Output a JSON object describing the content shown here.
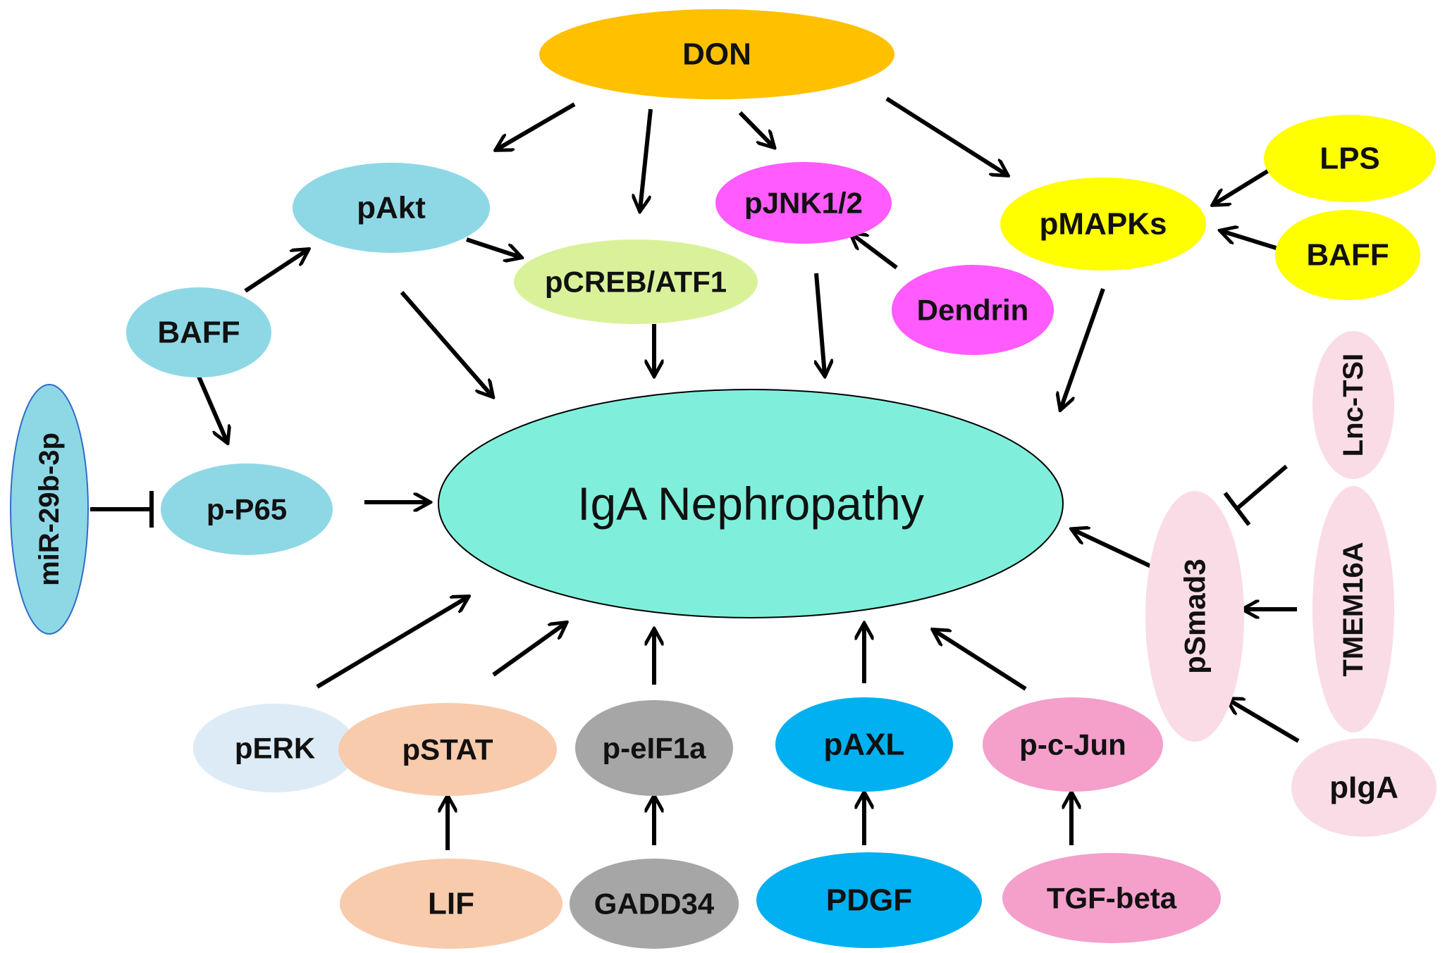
{
  "diagram": {
    "nodes": {
      "don": {
        "label": "DON",
        "color": "#FFC000"
      },
      "pakt": {
        "label": "pAkt",
        "color": "#8ED8E6"
      },
      "pcreb": {
        "label": "pCREB/ATF1",
        "color": "#D9F29A"
      },
      "pjnk": {
        "label": "pJNK1/2",
        "color": "#FF5BFF"
      },
      "pmapks": {
        "label": "pMAPKs",
        "color": "#FFFF00"
      },
      "lps": {
        "label": "LPS",
        "color": "#FFFF00"
      },
      "baff_r": {
        "label": "BAFF",
        "color": "#FFFF00"
      },
      "dendrin": {
        "label": "Dendrin",
        "color": "#FF5BFF"
      },
      "baff_l": {
        "label": "BAFF",
        "color": "#8ED8E6"
      },
      "mir": {
        "label": "miR-29b-3p",
        "color": "#8ED8E6"
      },
      "pp65": {
        "label": "p-P65",
        "color": "#8ED8E6"
      },
      "iga": {
        "label": "IgA Nephropathy",
        "color": "#7FEFDB"
      },
      "lnc": {
        "label": "Lnc-TSI",
        "color": "#FADCE6"
      },
      "psmad3": {
        "label": "pSmad3",
        "color": "#FADCE6"
      },
      "tmem": {
        "label": "TMEM16A",
        "color": "#FADCE6"
      },
      "piga": {
        "label": "pIgA",
        "color": "#FADCE6"
      },
      "perk": {
        "label": "pERK",
        "color": "#DDEBF7"
      },
      "pstat": {
        "label": "pSTAT",
        "color": "#F8CBAD"
      },
      "peif": {
        "label": "p-eIF1a",
        "color": "#A6A6A6"
      },
      "paxl": {
        "label": "pAXL",
        "color": "#00B0F0"
      },
      "pcjun": {
        "label": "p-c-Jun",
        "color": "#F59FCB"
      },
      "lif": {
        "label": "LIF",
        "color": "#F8CBAD"
      },
      "gadd": {
        "label": "GADD34",
        "color": "#A6A6A6"
      },
      "pdgf": {
        "label": "PDGF",
        "color": "#00B0F0"
      },
      "tgf": {
        "label": "TGF-beta",
        "color": "#F59FCB"
      }
    },
    "edges": [
      {
        "from": "don",
        "to": "pakt",
        "kind": "activates"
      },
      {
        "from": "don",
        "to": "pcreb",
        "kind": "activates"
      },
      {
        "from": "don",
        "to": "pjnk",
        "kind": "activates"
      },
      {
        "from": "don",
        "to": "pmapks",
        "kind": "activates"
      },
      {
        "from": "pakt",
        "to": "pcreb",
        "kind": "activates"
      },
      {
        "from": "pakt",
        "to": "iga",
        "kind": "activates"
      },
      {
        "from": "pcreb",
        "to": "iga",
        "kind": "activates"
      },
      {
        "from": "pjnk",
        "to": "iga",
        "kind": "activates"
      },
      {
        "from": "dendrin",
        "to": "pjnk",
        "kind": "activates"
      },
      {
        "from": "lps",
        "to": "pmapks",
        "kind": "activates"
      },
      {
        "from": "baff_r",
        "to": "pmapks",
        "kind": "activates"
      },
      {
        "from": "pmapks",
        "to": "iga",
        "kind": "activates"
      },
      {
        "from": "baff_l",
        "to": "pakt",
        "kind": "activates"
      },
      {
        "from": "baff_l",
        "to": "pp65",
        "kind": "activates"
      },
      {
        "from": "mir",
        "to": "pp65",
        "kind": "inhibits"
      },
      {
        "from": "pp65",
        "to": "iga",
        "kind": "activates"
      },
      {
        "from": "lnc",
        "to": "psmad3",
        "kind": "inhibits"
      },
      {
        "from": "tmem",
        "to": "psmad3",
        "kind": "activates"
      },
      {
        "from": "piga",
        "to": "psmad3",
        "kind": "activates"
      },
      {
        "from": "psmad3",
        "to": "iga",
        "kind": "activates"
      },
      {
        "from": "perk",
        "to": "iga",
        "kind": "activates"
      },
      {
        "from": "pstat",
        "to": "iga",
        "kind": "activates"
      },
      {
        "from": "peif",
        "to": "iga",
        "kind": "activates"
      },
      {
        "from": "paxl",
        "to": "iga",
        "kind": "activates"
      },
      {
        "from": "pcjun",
        "to": "iga",
        "kind": "activates"
      },
      {
        "from": "lif",
        "to": "pstat",
        "kind": "activates"
      },
      {
        "from": "gadd",
        "to": "peif",
        "kind": "activates"
      },
      {
        "from": "pdgf",
        "to": "paxl",
        "kind": "activates"
      },
      {
        "from": "tgf",
        "to": "pcjun",
        "kind": "activates"
      }
    ]
  }
}
